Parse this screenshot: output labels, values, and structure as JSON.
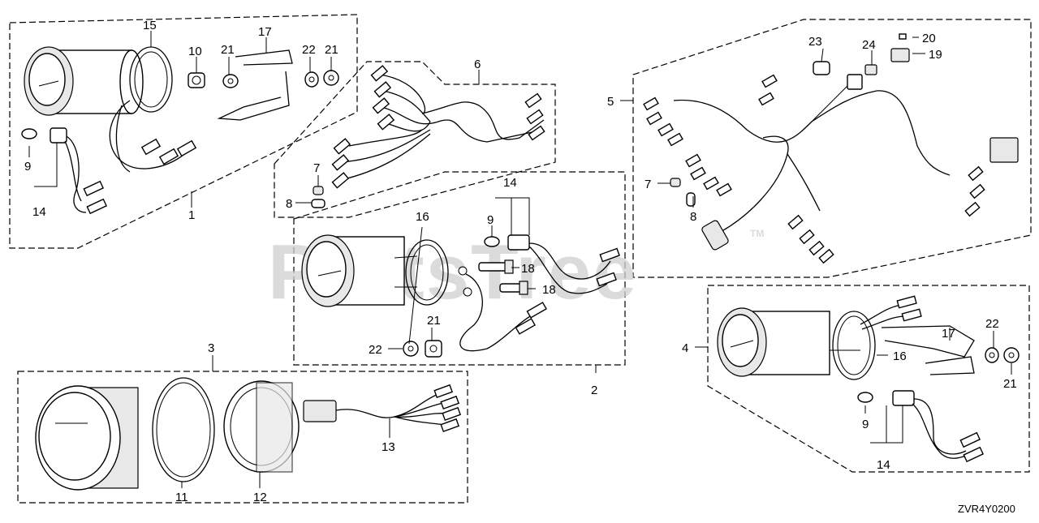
{
  "watermark": {
    "line1": "PartsTree",
    "trademark": "TM"
  },
  "diagram_code": "ZVR4Y0200",
  "callouts": {
    "c1": "1",
    "c2": "2",
    "c3": "3",
    "c4": "4",
    "c5": "5",
    "c6": "6",
    "c7a": "7",
    "c7b": "7",
    "c8a": "8",
    "c8b": "8",
    "c9a": "9",
    "c9b": "9",
    "c9c": "9",
    "c10": "10",
    "c11": "11",
    "c12": "12",
    "c13": "13",
    "c14a": "14",
    "c14b": "14",
    "c14c": "14",
    "c15": "15",
    "c16a": "16",
    "c16b": "16",
    "c17a": "17",
    "c17b": "17",
    "c18a": "18",
    "c18b": "18",
    "c19": "19",
    "c20": "20",
    "c21a": "21",
    "c21b": "21",
    "c21c": "21",
    "c21d": "21",
    "c22a": "22",
    "c22b": "22",
    "c22c": "22",
    "c23": "23",
    "c24": "24"
  }
}
